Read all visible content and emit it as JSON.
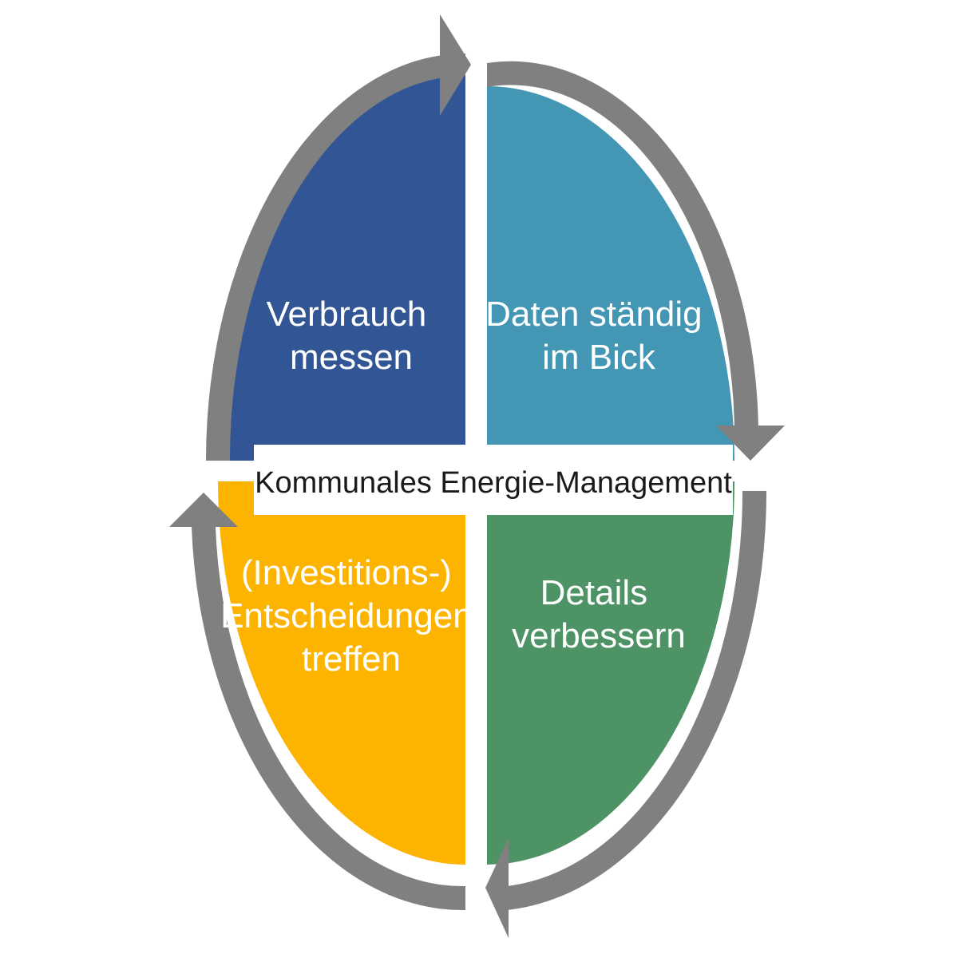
{
  "center": {
    "label": "Kommunales Energie-Management"
  },
  "quadrants": [
    {
      "id": "top-left",
      "lines": [
        "Verbrauch",
        "messen"
      ],
      "color": "#325695"
    },
    {
      "id": "top-right",
      "lines": [
        "Daten ständig",
        "im Bick"
      ],
      "color": "#4496b5"
    },
    {
      "id": "bottom-right",
      "lines": [
        "Details",
        "verbessern"
      ],
      "color": "#4e9366"
    },
    {
      "id": "bottom-left",
      "lines": [
        "(Investitions-)",
        "Entscheidungen",
        "treffen"
      ],
      "color": "#fdb400"
    }
  ],
  "arrows": {
    "color": "#808080",
    "direction": "clockwise"
  }
}
